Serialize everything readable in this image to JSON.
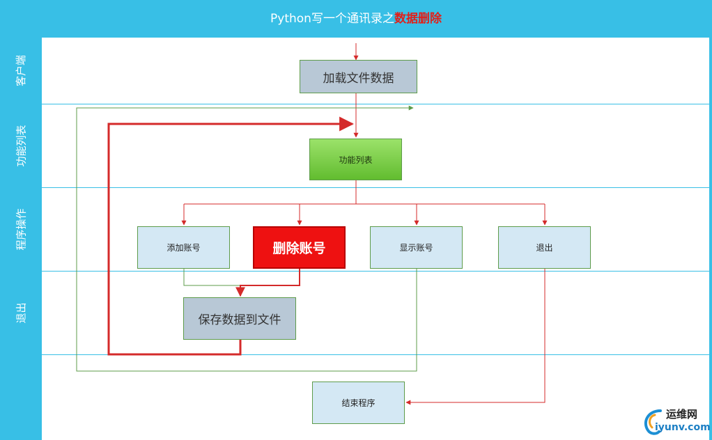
{
  "title": {
    "prefix": "Python写一个通讯录之",
    "highlight": "数据删除"
  },
  "lanes": [
    "客户端",
    "功能列表",
    "程序操作",
    "退出"
  ],
  "nodes": {
    "load_data": "加载文件数据",
    "function_list": "功能列表",
    "add_account": "添加账号",
    "delete_account": "删除账号",
    "show_account": "显示账号",
    "exit": "退出",
    "save_data": "保存数据到文件",
    "end_program": "结束程序"
  },
  "watermark": {
    "name": "运维网",
    "url": "iyunv.com"
  },
  "colors": {
    "header": "#38bfe6",
    "highlight": "#e0201a",
    "flow_green": "#5d9b4a",
    "flow_red": "#d42a2a"
  }
}
